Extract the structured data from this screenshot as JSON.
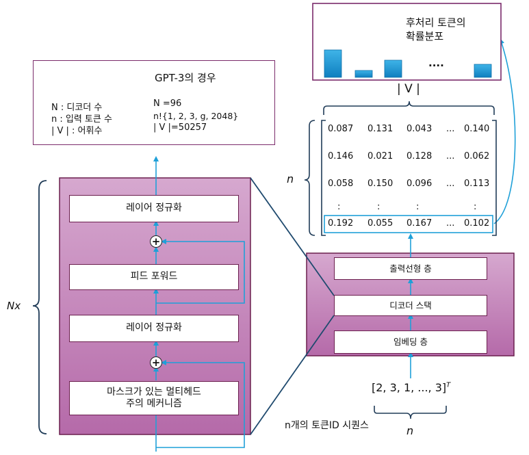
{
  "gpt3_box": {
    "title": "GPT-3의 경우",
    "defs": [
      "N : 디코더 수",
      "n : 입력 토큰 수",
      "| V | : 어휘수"
    ],
    "values": [
      "N =96",
      "n!{1, 2, 3, g, 2048}",
      "| V |=50257"
    ]
  },
  "decoder_block": {
    "nx_label": "Nx",
    "layer_norm_top": "레이어 정규화",
    "feed_forward": "피드 포워드",
    "layer_norm_bottom": "레이어 정규화",
    "attention_line1": "마스크가 있는 멀티헤드",
    "attention_line2": "주의 메커니즘",
    "add_symbol": "+"
  },
  "model_stack": {
    "output_layer": "출력선형 층",
    "decoder_stack": "디코더 스택",
    "embedding_layer": "임베딩 층"
  },
  "input": {
    "sequence": "[2, 3, 1, ..., 3]",
    "superscript": "T",
    "caption": "n개의 토큰ID 시퀀스",
    "n_label": "n"
  },
  "matrix": {
    "n_label": "n",
    "v_label": "| V |",
    "rows": [
      [
        "0.087",
        "0.131",
        "0.043",
        "...",
        "0.140"
      ],
      [
        "0.146",
        "0.021",
        "0.128",
        "...",
        "0.062"
      ],
      [
        "0.058",
        "0.150",
        "0.096",
        "...",
        "0.113"
      ],
      [
        ":",
        ":",
        ":",
        "",
        ":"
      ],
      [
        "0.192",
        "0.055",
        "0.167",
        "...",
        "0.102"
      ]
    ]
  },
  "distribution_box": {
    "title_line1": "후처리 토큰의",
    "title_line2": "확률분포",
    "ellipsis": "....",
    "bar_values": [
      0.8,
      0.2,
      0.5,
      0.38
    ],
    "bar_color": "#1e9bd7"
  },
  "colors": {
    "purple_border": "#6a1e4d",
    "purple_fill": "#c98bbf",
    "arrow_blue": "#1fa0d8",
    "bracket_navy": "#1f3b57"
  }
}
